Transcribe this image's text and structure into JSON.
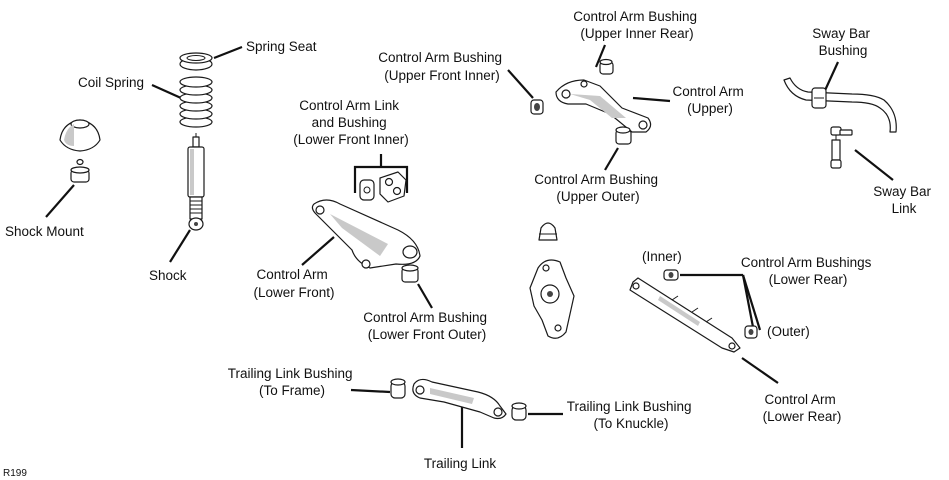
{
  "labels": {
    "spring_seat": [
      "Spring Seat"
    ],
    "coil_spring": [
      "Coil Spring"
    ],
    "shock_mount": [
      "Shock Mount"
    ],
    "shock": [
      "Shock"
    ],
    "cab_upper_front_inner": [
      "Control Arm Bushing",
      "(Upper Front Inner)"
    ],
    "cab_upper_inner_rear": [
      "Control Arm Bushing",
      "(Upper Inner Rear)"
    ],
    "control_arm_upper": [
      "Control Arm",
      "(Upper)"
    ],
    "cab_upper_outer": [
      "Control Arm Bushing",
      "(Upper Outer)"
    ],
    "sway_bar_bushing": [
      "Sway Bar",
      "Bushing"
    ],
    "sway_bar_link": [
      "Sway Bar",
      "Link"
    ],
    "cal_lower_front_inner": [
      "Control Arm Link",
      "and Bushing",
      "(Lower Front Inner)"
    ],
    "control_arm_lower_front": [
      "Control Arm",
      "(Lower Front)"
    ],
    "cab_lower_front_outer": [
      "Control Arm Bushing",
      "(Lower Front Outer)"
    ],
    "inner": [
      "(Inner)"
    ],
    "cab_lower_rear": [
      "Control Arm Bushings",
      "(Lower Rear)"
    ],
    "outer": [
      "(Outer)"
    ],
    "control_arm_lower_rear": [
      "Control Arm",
      "(Lower Rear)"
    ],
    "tlb_to_frame": [
      "Trailing Link Bushing",
      "(To Frame)"
    ],
    "tlb_to_knuckle": [
      "Trailing Link Bushing",
      "(To Knuckle)"
    ],
    "trailing_link": [
      "Trailing Link"
    ]
  },
  "figure_code": "R199"
}
